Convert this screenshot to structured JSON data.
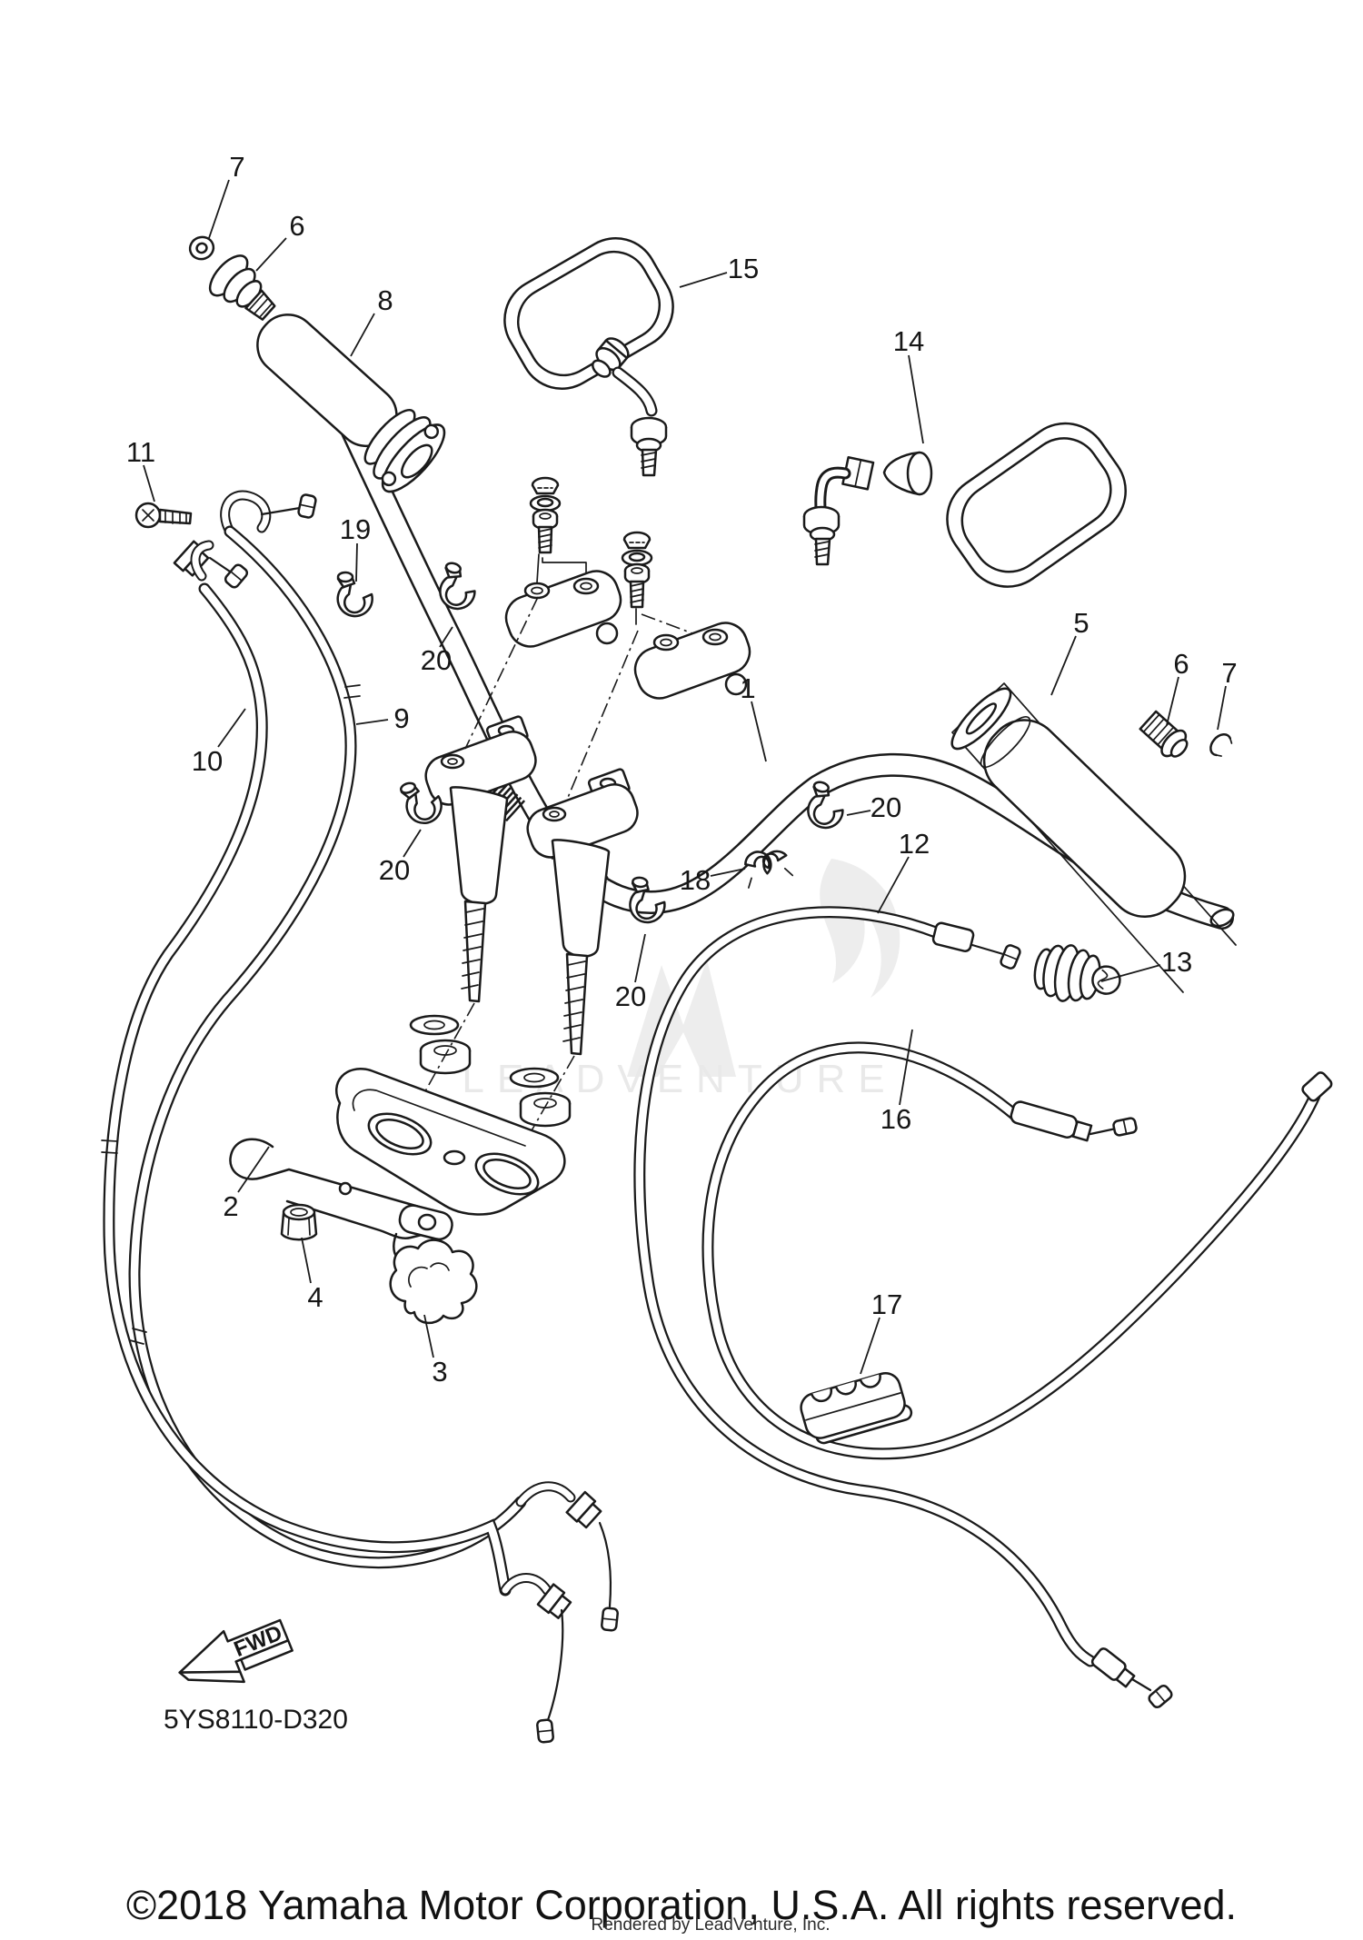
{
  "diagram": {
    "part_code": "5YS8110-D320",
    "fwd_label": "FWD",
    "callouts": {
      "c1": "1",
      "c2": "2",
      "c3": "3",
      "c4": "4",
      "c5": "5",
      "c6a": "6",
      "c6b": "6",
      "c7a": "7",
      "c7b": "7",
      "c8": "8",
      "c9": "9",
      "c10": "10",
      "c11": "11",
      "c12": "12",
      "c13": "13",
      "c14": "14",
      "c15": "15",
      "c16": "16",
      "c17": "17",
      "c18": "18",
      "c19": "19",
      "c20a": "20",
      "c20b": "20",
      "c20c": "20",
      "c20d": "20"
    }
  },
  "watermark": {
    "text": "LEADVENTURE"
  },
  "footer": {
    "copyright": "©2018 Yamaha Motor Corporation, U.S.A. All rights reserved.",
    "rendered_by": "Rendered by LeadVenture, Inc."
  }
}
